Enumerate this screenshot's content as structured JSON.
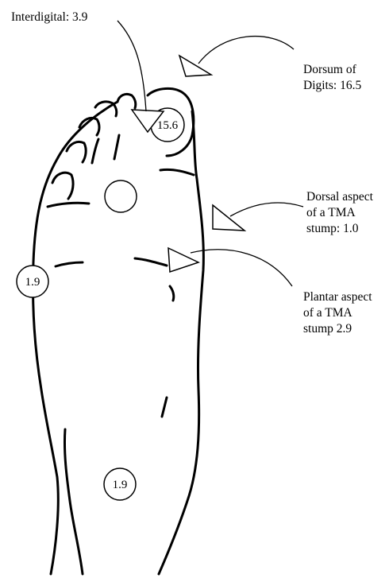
{
  "labels": {
    "interdigital": {
      "text": "Interdigital: 3.9"
    },
    "dorsum_digits": {
      "lines": [
        "Dorsum of",
        "Digits: 16.5"
      ]
    },
    "dorsal_tma": {
      "lines": [
        "Dorsal aspect",
        "of a TMA",
        "stump: 1.0"
      ]
    },
    "plantar_tma": {
      "lines": [
        "Plantar aspect",
        "of a TMA",
        "stump 2.9"
      ]
    }
  },
  "sites": {
    "hallux": "15.6",
    "lateral_border": "1.9",
    "heel": "1.9",
    "metatarsal_head": ""
  },
  "colors": {
    "ink": "#000000",
    "background": "#ffffff"
  }
}
